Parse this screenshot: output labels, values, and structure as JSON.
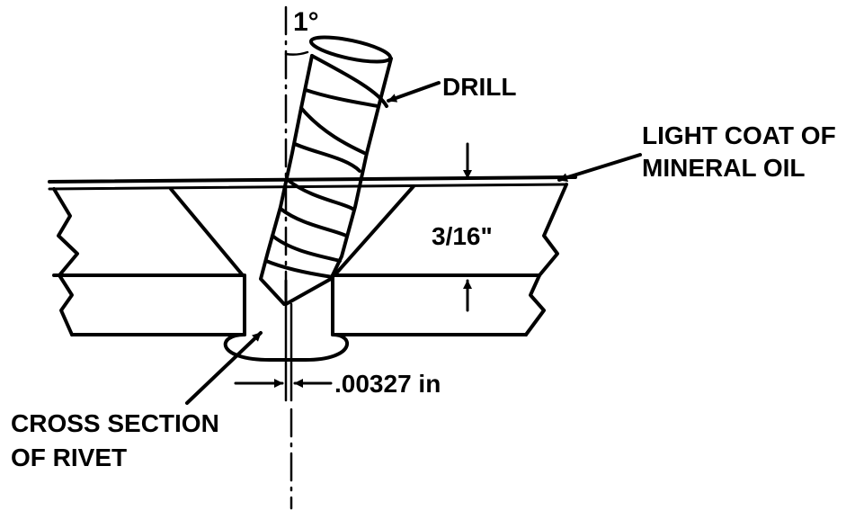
{
  "labels": {
    "angle": "1°",
    "drill": "DRILL",
    "oil_line1": "LIGHT COAT OF",
    "oil_line2": "MINERAL OIL",
    "thickness": "3/16\"",
    "gap": ".00327 in",
    "rivet_line1": "CROSS SECTION",
    "rivet_line2": "OF RIVET"
  },
  "colors": {
    "ink": "#000000",
    "background": "#ffffff"
  }
}
